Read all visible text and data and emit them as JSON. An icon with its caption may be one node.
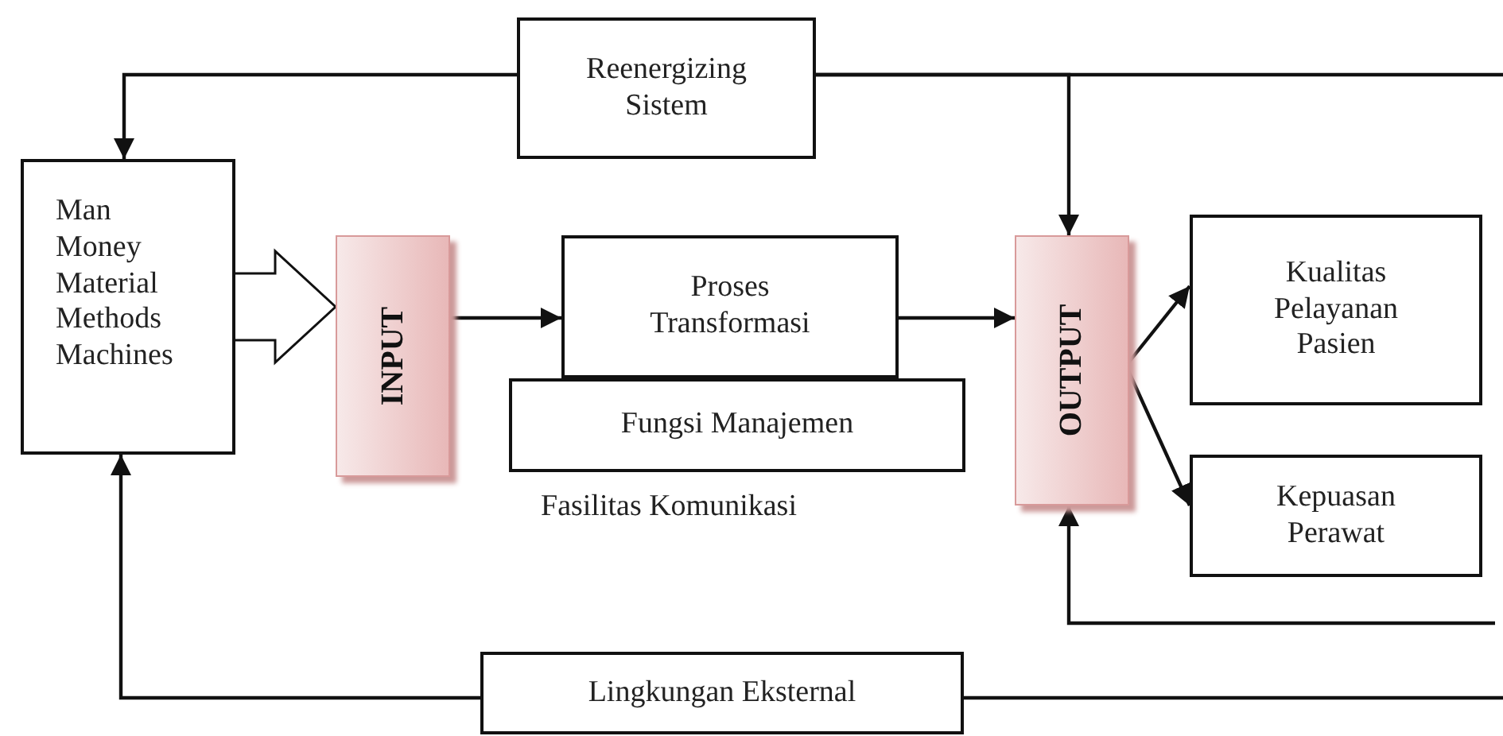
{
  "diagram": {
    "nodes": [
      {
        "text": [
          "Reenergizing Sistem"
        ]
      },
      {
        "text": [
          "Man Money Material Methods Machines"
        ]
      },
      {
        "text": [
          "INPUT"
        ]
      },
      {
        "text": [
          "Proses Transformasi"
        ]
      },
      {
        "text": [
          "Fungsi Manajemen"
        ]
      },
      {
        "text": [
          "OUTPUT"
        ]
      },
      {
        "text": [
          "Kualitas Pelayanan Pasien"
        ]
      },
      {
        "text": [
          "Kepuasan Perawat"
        ]
      },
      {
        "text": [
          "Lingkungan Eksternal"
        ]
      }
    ],
    "edges": [
      {
        "from": 0,
        "to": 1,
        "arrow": "to"
      },
      {
        "from": 0,
        "to": 5,
        "arrow": "to"
      },
      {
        "from": 0,
        "to": null,
        "arrow": "none"
      },
      {
        "from": 1,
        "to": 2,
        "arrow": "to",
        "style": "thick"
      },
      {
        "from": 2,
        "to": 3,
        "arrow": "to"
      },
      {
        "from": 3,
        "to": 5,
        "arrow": "to"
      },
      {
        "from": 5,
        "to": 6,
        "arrow": "to"
      },
      {
        "from": 5,
        "to": 7,
        "arrow": "to"
      },
      {
        "from": null,
        "to": 5,
        "arrow": "to"
      },
      {
        "from": 8,
        "to": 1,
        "arrow": "to"
      },
      {
        "from": 8,
        "to": null,
        "arrow": "none"
      }
    ],
    "labels": [
      "Fasilitas Komunikasi"
    ]
  }
}
